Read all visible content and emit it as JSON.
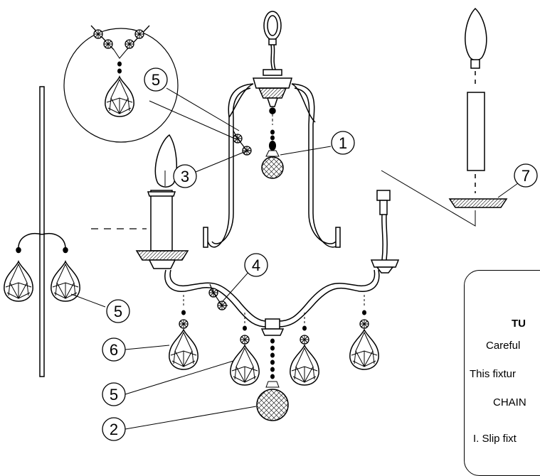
{
  "callouts": {
    "c1": "1",
    "c2": "2",
    "c3": "3",
    "c4": "4",
    "c5a": "5",
    "c5b": "5",
    "c5c": "5",
    "c6": "6",
    "c7": "7"
  },
  "info_panel": {
    "title": "TU",
    "line1": "Careful",
    "line2": "This fixtur",
    "line3": "CHAIN",
    "line4": "I. Slip fixt"
  }
}
